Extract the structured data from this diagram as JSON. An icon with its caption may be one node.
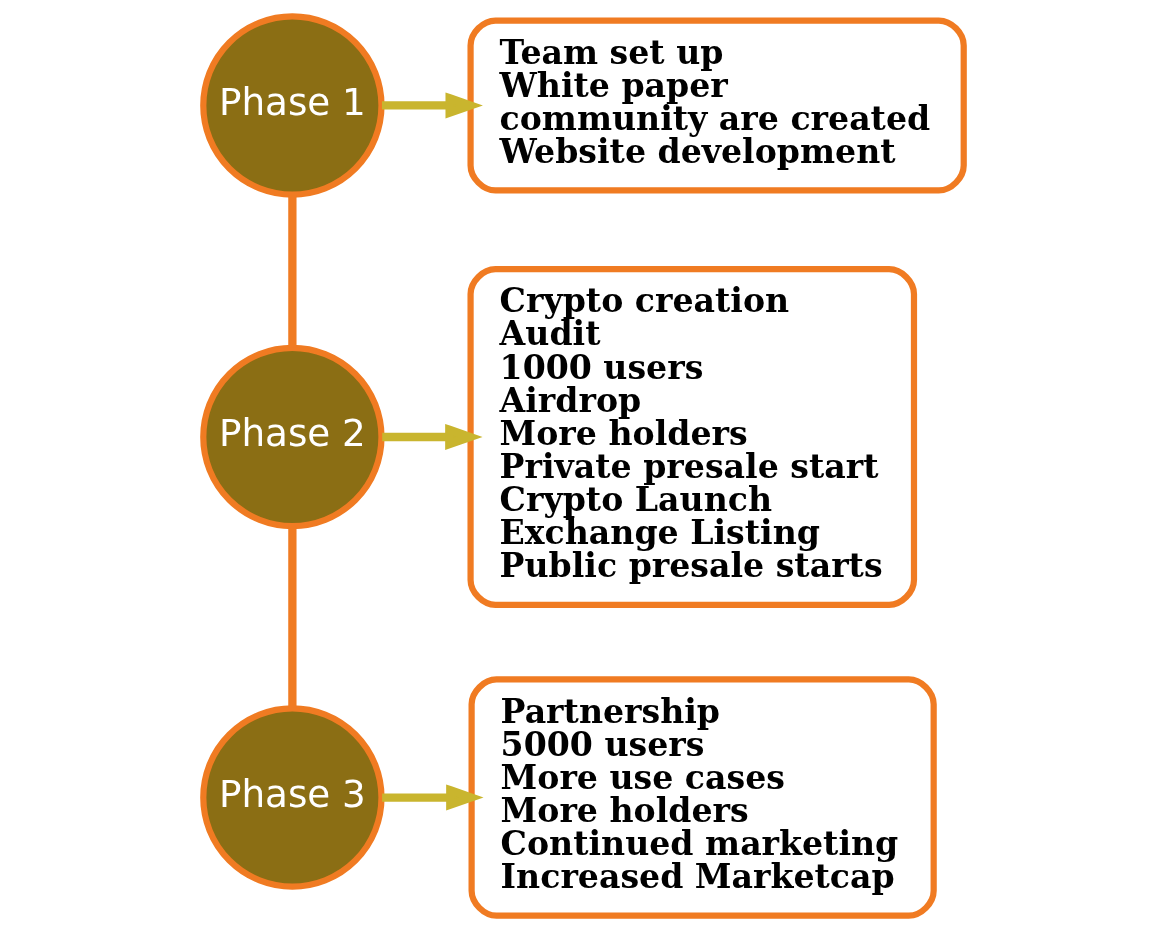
{
  "diagram": {
    "nodes": [
      {
        "text": [
          "Phase 1"
        ]
      },
      {
        "text": [
          "Team set up",
          "White paper",
          "community are created",
          "Website development"
        ]
      },
      {
        "text": [
          "Phase 2"
        ]
      },
      {
        "text": [
          "Crypto creation",
          "Audit",
          "1000 users",
          "Airdrop",
          "More holders",
          "Private presale start",
          "Crypto Launch",
          "Exchange Listing",
          "Public presale starts"
        ]
      },
      {
        "text": [
          "Phase 3"
        ]
      },
      {
        "text": [
          "Partnership",
          "5000 users",
          "More use cases",
          "More holders",
          "Continued marketing",
          "Increased Marketcap"
        ]
      }
    ],
    "edges": [
      {
        "from": 0,
        "to": 1,
        "arrow": "to",
        "color": "#c9b52e"
      },
      {
        "from": 0,
        "to": 2,
        "arrow": "none",
        "color": "#f07b22"
      },
      {
        "from": 2,
        "to": 3,
        "arrow": "to",
        "color": "#c9b52e"
      },
      {
        "from": 2,
        "to": 4,
        "arrow": "none",
        "color": "#f07b22"
      },
      {
        "from": 4,
        "to": 5,
        "arrow": "to",
        "color": "#c9b52e"
      }
    ]
  }
}
